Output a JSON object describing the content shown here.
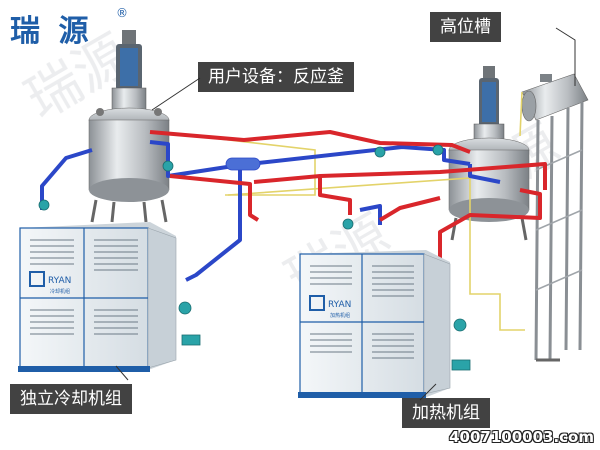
{
  "brand": {
    "name": "瑞 源",
    "reg_mark": "®"
  },
  "labels": {
    "high_tank": "高位槽",
    "reactor": "用户设备：反应釜",
    "cooling_unit": "独立冷却机组",
    "heating_unit": "加热机组"
  },
  "units": {
    "left": {
      "brand": "RYAN",
      "subtext": "冷却机组"
    },
    "right": {
      "brand": "RYAN",
      "subtext": "加热机组"
    }
  },
  "phone": "4007100003.com",
  "colors": {
    "hot_pipe": "#d9262b",
    "cold_pipe": "#2b47c8",
    "yellow_line": "#e3d36a",
    "cabinet": "#e8eef2",
    "cabinet_frame": "#1f5ea8",
    "brand_blue": "#1f5ea8",
    "label_bg": "#2a2a2a"
  }
}
